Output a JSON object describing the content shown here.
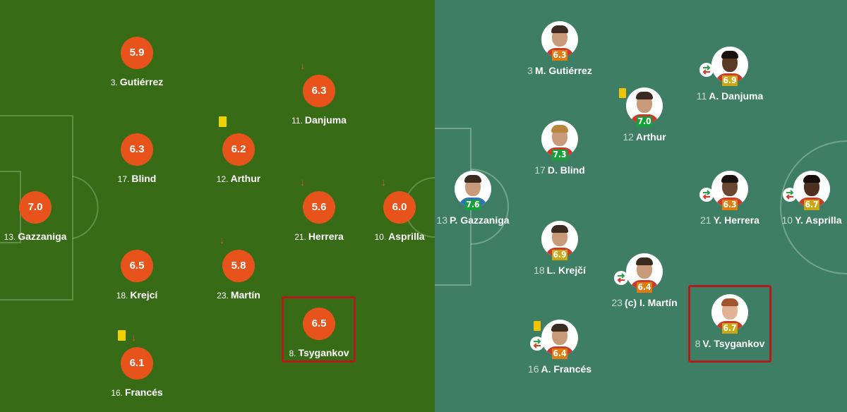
{
  "colors": {
    "left_pitch": "#386b16",
    "right_pitch": "#3e7e64",
    "rating_orange": "#e8531c",
    "rating_green": "#16a03a",
    "rating_amber_orange": "#e07d10",
    "rating_yellow": "#c8a814",
    "highlight_red": "#b41b1b"
  },
  "left_lineup": {
    "players": [
      {
        "number": "13.",
        "name": "Gazzaniga",
        "rating": "7.0"
      },
      {
        "number": "3.",
        "name": "Gutiérrez",
        "rating": "5.9"
      },
      {
        "number": "17.",
        "name": "Blind",
        "rating": "6.3"
      },
      {
        "number": "18.",
        "name": "Krejcí",
        "rating": "6.5"
      },
      {
        "number": "16.",
        "name": "Francés",
        "rating": "6.1",
        "events": [
          "yellow-card-icon",
          "substituted-off-arrow-icon"
        ]
      },
      {
        "number": "12.",
        "name": "Arthur",
        "rating": "6.2",
        "events": [
          "yellow-card-icon"
        ]
      },
      {
        "number": "23.",
        "name": "Martín",
        "rating": "5.8",
        "events": [
          "substituted-off-arrow-icon"
        ]
      },
      {
        "number": "11.",
        "name": "Danjuma",
        "rating": "6.3",
        "events": [
          "substituted-off-arrow-icon"
        ]
      },
      {
        "number": "21.",
        "name": "Herrera",
        "rating": "5.6",
        "events": [
          "substituted-off-arrow-icon"
        ]
      },
      {
        "number": "8.",
        "name": "Tsygankov",
        "rating": "6.5",
        "highlighted": true
      },
      {
        "number": "10.",
        "name": "Asprilla",
        "rating": "6.0",
        "events": [
          "substituted-off-arrow-icon"
        ]
      }
    ]
  },
  "right_lineup": {
    "players": [
      {
        "number": "13",
        "name": "P. Gazzaniga",
        "rating": "7.6",
        "rating_color": "green"
      },
      {
        "number": "3",
        "name": "M. Gutiérrez",
        "rating": "6.3",
        "rating_color": "orange"
      },
      {
        "number": "17",
        "name": "D. Blind",
        "rating": "7.3",
        "rating_color": "green"
      },
      {
        "number": "18",
        "name": "L. Krejčí",
        "rating": "6.9",
        "rating_color": "yellow"
      },
      {
        "number": "16",
        "name": "A. Francés",
        "rating": "6.4",
        "rating_color": "orange",
        "events": [
          "yellow-card-icon",
          "substitution-icon"
        ]
      },
      {
        "number": "12",
        "name": "Arthur",
        "rating": "7.0",
        "rating_color": "green",
        "events": [
          "yellow-card-icon"
        ]
      },
      {
        "number": "23",
        "name": "(c) I. Martín",
        "rating": "6.4",
        "rating_color": "orange",
        "events": [
          "substitution-icon"
        ]
      },
      {
        "number": "11",
        "name": "A. Danjuma",
        "rating": "6.9",
        "rating_color": "yellow",
        "events": [
          "substitution-icon"
        ]
      },
      {
        "number": "21",
        "name": "Y. Herrera",
        "rating": "6.3",
        "rating_color": "orange",
        "events": [
          "substitution-icon"
        ]
      },
      {
        "number": "8",
        "name": "V. Tsygankov",
        "rating": "6.7",
        "rating_color": "yellow",
        "highlighted": true
      },
      {
        "number": "10",
        "name": "Y. Asprilla",
        "rating": "6.7",
        "rating_color": "yellow",
        "events": [
          "substitution-icon"
        ]
      }
    ]
  }
}
